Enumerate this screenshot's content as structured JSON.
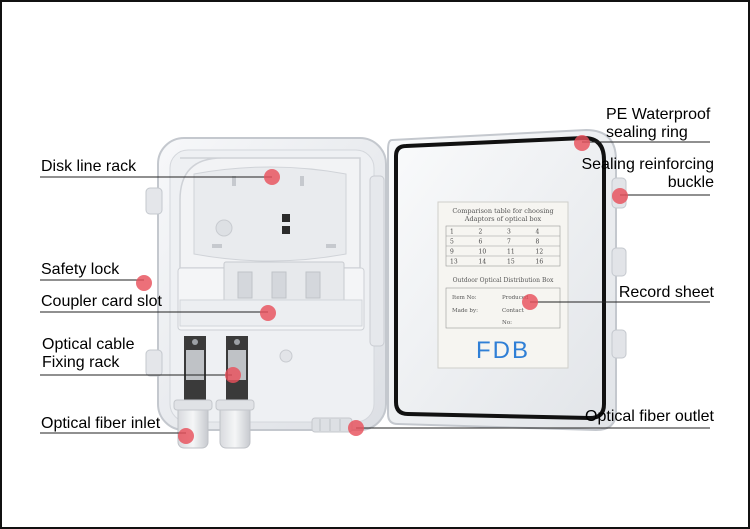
{
  "labels": {
    "disk_line_rack": "Disk line rack",
    "safety_lock": "Safety lock",
    "coupler_card_slot": "Coupler card slot",
    "optical_cable_1": "Optical cable",
    "optical_cable_2": "Fixing rack",
    "optical_fiber_inlet": "Optical fiber inlet",
    "pe_waterproof_1": "PE Waterproof",
    "pe_waterproof_2": "sealing ring",
    "sealing_buckle_1": "Sealing reinforcing",
    "sealing_buckle_2": "buckle",
    "record_sheet": "Record sheet",
    "optical_fiber_outlet": "Optical fiber outlet"
  },
  "record_sheet": {
    "title_1": "Comparison table for choosing",
    "title_2": "Adaptors of optical box",
    "table": [
      [
        "1",
        "2",
        "3",
        "4"
      ],
      [
        "5",
        "6",
        "7",
        "8"
      ],
      [
        "9",
        "10",
        "11",
        "12"
      ],
      [
        "13",
        "14",
        "15",
        "16"
      ]
    ],
    "subtitle": "Outdoor Optical Distribution Box",
    "field_item_no": "Item No:",
    "field_produced": "Produced",
    "field_made_by": "Made by:",
    "field_contact": "Contact",
    "field_no": "No:",
    "brand": "FDB"
  },
  "colors": {
    "marker": "#e8505b",
    "box_body": "#eceef1",
    "box_shadow": "#c9ccd2",
    "gasket": "#111111",
    "brand_blue": "#2f7fd6",
    "sheet": "#f6f5f1"
  }
}
